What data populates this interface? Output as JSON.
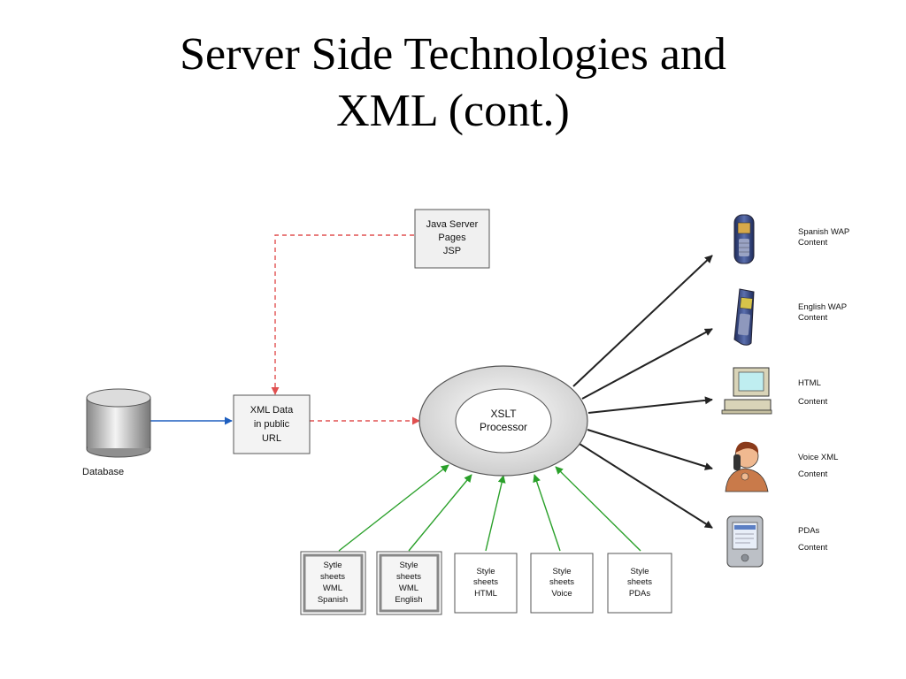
{
  "slide": {
    "title_line1": "Server Side Technologies and",
    "title_line2": "XML (cont.)"
  },
  "diagram": {
    "database": {
      "label": "Database",
      "icon": "database-cylinder-icon"
    },
    "xml_data": {
      "lines": [
        "XML Data",
        "in public",
        "URL"
      ]
    },
    "jsp": {
      "lines": [
        "Java Server",
        "Pages",
        "JSP"
      ]
    },
    "xslt": {
      "lines": [
        "XSLT",
        "Processor"
      ]
    },
    "stylesheets": [
      {
        "lines": [
          "Sytle",
          "sheets",
          "WML",
          "Spanish"
        ],
        "highlighted": true
      },
      {
        "lines": [
          "Style",
          "sheets",
          "WML",
          "English"
        ],
        "highlighted": true
      },
      {
        "lines": [
          "Style",
          "sheets",
          "HTML"
        ],
        "highlighted": false
      },
      {
        "lines": [
          "Style",
          "sheets",
          "Voice"
        ],
        "highlighted": false
      },
      {
        "lines": [
          "Style",
          "sheets",
          "PDAs"
        ],
        "highlighted": false
      }
    ],
    "outputs": [
      {
        "lines": [
          "Spanish WAP",
          "Content"
        ],
        "icon": "mobile-phone-icon"
      },
      {
        "lines": [
          "English WAP",
          "Content"
        ],
        "icon": "mobile-phone-icon"
      },
      {
        "lines": [
          "HTML",
          "Content"
        ],
        "icon": "desktop-computer-icon"
      },
      {
        "lines": [
          "Voice XML",
          "Content"
        ],
        "icon": "person-on-phone-icon"
      },
      {
        "lines": [
          "PDAs",
          "Content"
        ],
        "icon": "pda-icon"
      }
    ],
    "colors": {
      "database_link": "#1f5fbf",
      "dashed_link": "#e05050",
      "stylesheet_link": "#2aa02a",
      "output_link": "#222222"
    }
  }
}
